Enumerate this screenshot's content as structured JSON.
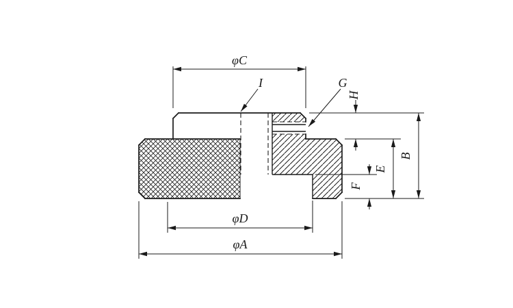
{
  "drawing": {
    "labels": {
      "dia_c": "φC",
      "i": "I",
      "g": "G",
      "h": "H",
      "b": "B",
      "e": "E",
      "f": "F",
      "dia_d": "φD",
      "dia_a": "φA"
    },
    "colors": {
      "line": "#1a1a1a",
      "background": "#ffffff"
    }
  }
}
